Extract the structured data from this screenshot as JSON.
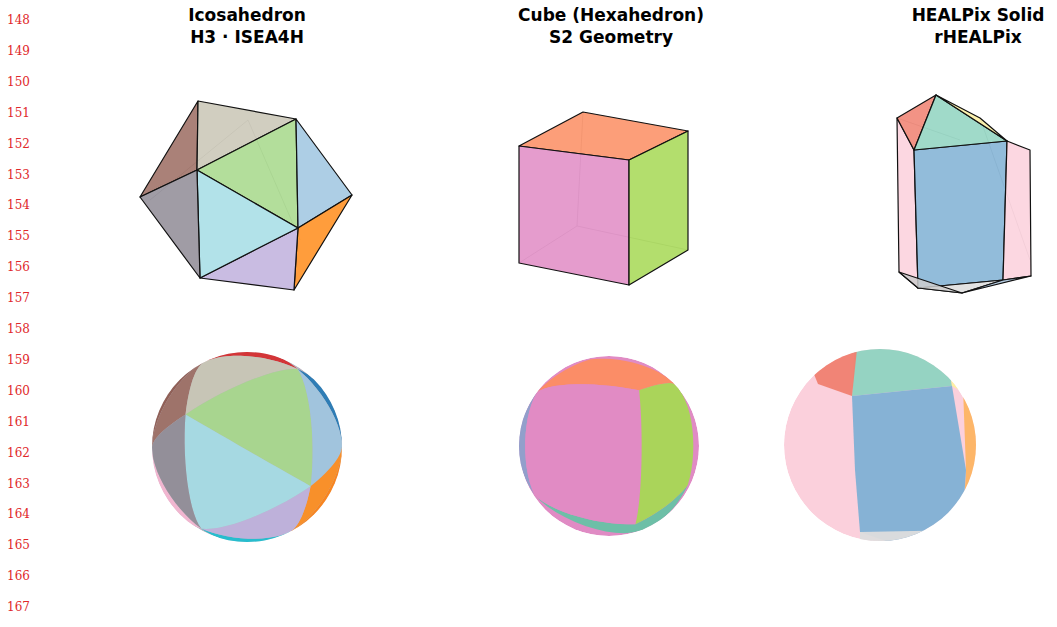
{
  "diagram": {
    "labels": [
      "Icosahedron",
      "H3 · ISEA4H",
      "Cube (Hexahedron)",
      "S2 Geometry",
      "HEALPix Solid",
      "rHEALPix",
      "148",
      "149",
      "150",
      "151",
      "152",
      "153",
      "154",
      "155",
      "156",
      "157",
      "158",
      "159",
      "160",
      "161",
      "162",
      "163",
      "164",
      "165",
      "166",
      "167"
    ]
  }
}
